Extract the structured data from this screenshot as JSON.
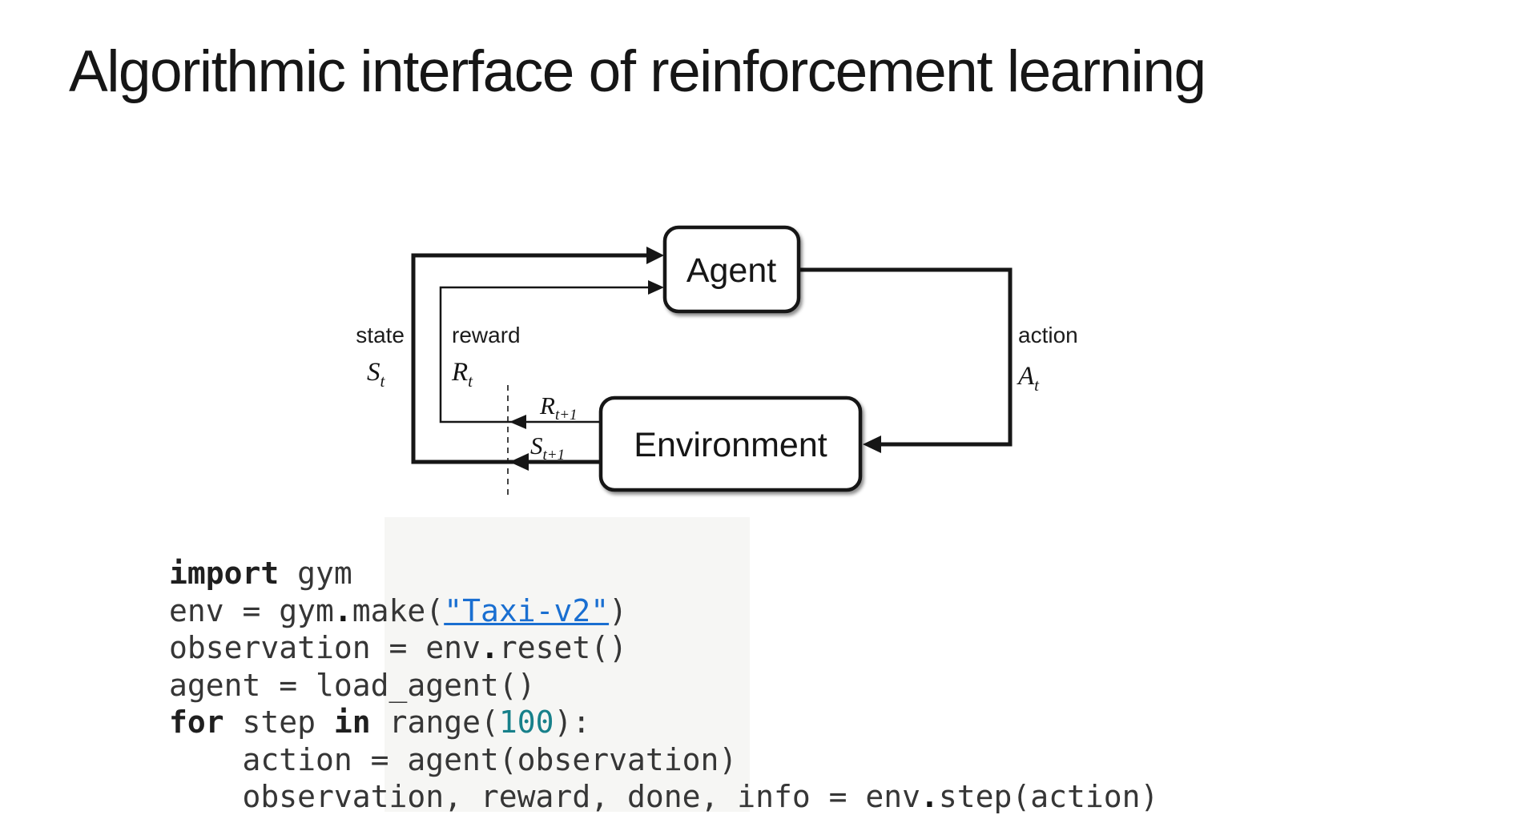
{
  "slide": {
    "title": "Algorithmic interface of reinforcement learning"
  },
  "diagram": {
    "agent_label": "Agent",
    "environment_label": "Environment",
    "state_label": "state",
    "state_symbol": {
      "main": "S",
      "sub": "t"
    },
    "reward_label": "reward",
    "reward_symbol": {
      "main": "R",
      "sub": "t"
    },
    "next_reward_symbol": {
      "main": "R",
      "sub": "t+1"
    },
    "next_state_symbol": {
      "main": "S",
      "sub": "t+1"
    },
    "action_label": "action",
    "action_symbol": {
      "main": "A",
      "sub": "t"
    }
  },
  "code": {
    "lines": [
      {
        "segments": [
          {
            "t": "import",
            "s": "kw"
          },
          {
            "t": " gym",
            "s": "p"
          }
        ]
      },
      {
        "segments": [
          {
            "t": "env = gym",
            "s": "p"
          },
          {
            "t": ".",
            "s": "op"
          },
          {
            "t": "make(",
            "s": "p"
          },
          {
            "t": "\"Taxi-v2\"",
            "s": "link"
          },
          {
            "t": ")",
            "s": "p"
          }
        ]
      },
      {
        "segments": [
          {
            "t": "observation = env",
            "s": "p"
          },
          {
            "t": ".",
            "s": "op"
          },
          {
            "t": "reset()",
            "s": "p"
          }
        ]
      },
      {
        "segments": [
          {
            "t": "agent = load_agent()",
            "s": "p"
          }
        ]
      },
      {
        "segments": [
          {
            "t": "for",
            "s": "kw"
          },
          {
            "t": " step ",
            "s": "p"
          },
          {
            "t": "in",
            "s": "kw"
          },
          {
            "t": " range(",
            "s": "p"
          },
          {
            "t": "100",
            "s": "num"
          },
          {
            "t": "):",
            "s": "p"
          }
        ]
      },
      {
        "segments": [
          {
            "t": "    action = agent(observation)",
            "s": "p"
          }
        ]
      },
      {
        "segments": [
          {
            "t": "    observation, reward, done, info = env",
            "s": "p"
          },
          {
            "t": ".",
            "s": "op"
          },
          {
            "t": "step(action)",
            "s": "p"
          }
        ]
      }
    ]
  },
  "colors": {
    "code_text": "#363636",
    "keyword": "#1f1f1f",
    "link": "#1a6fd1",
    "number": "#17808a",
    "diagram_line": "#161616"
  }
}
